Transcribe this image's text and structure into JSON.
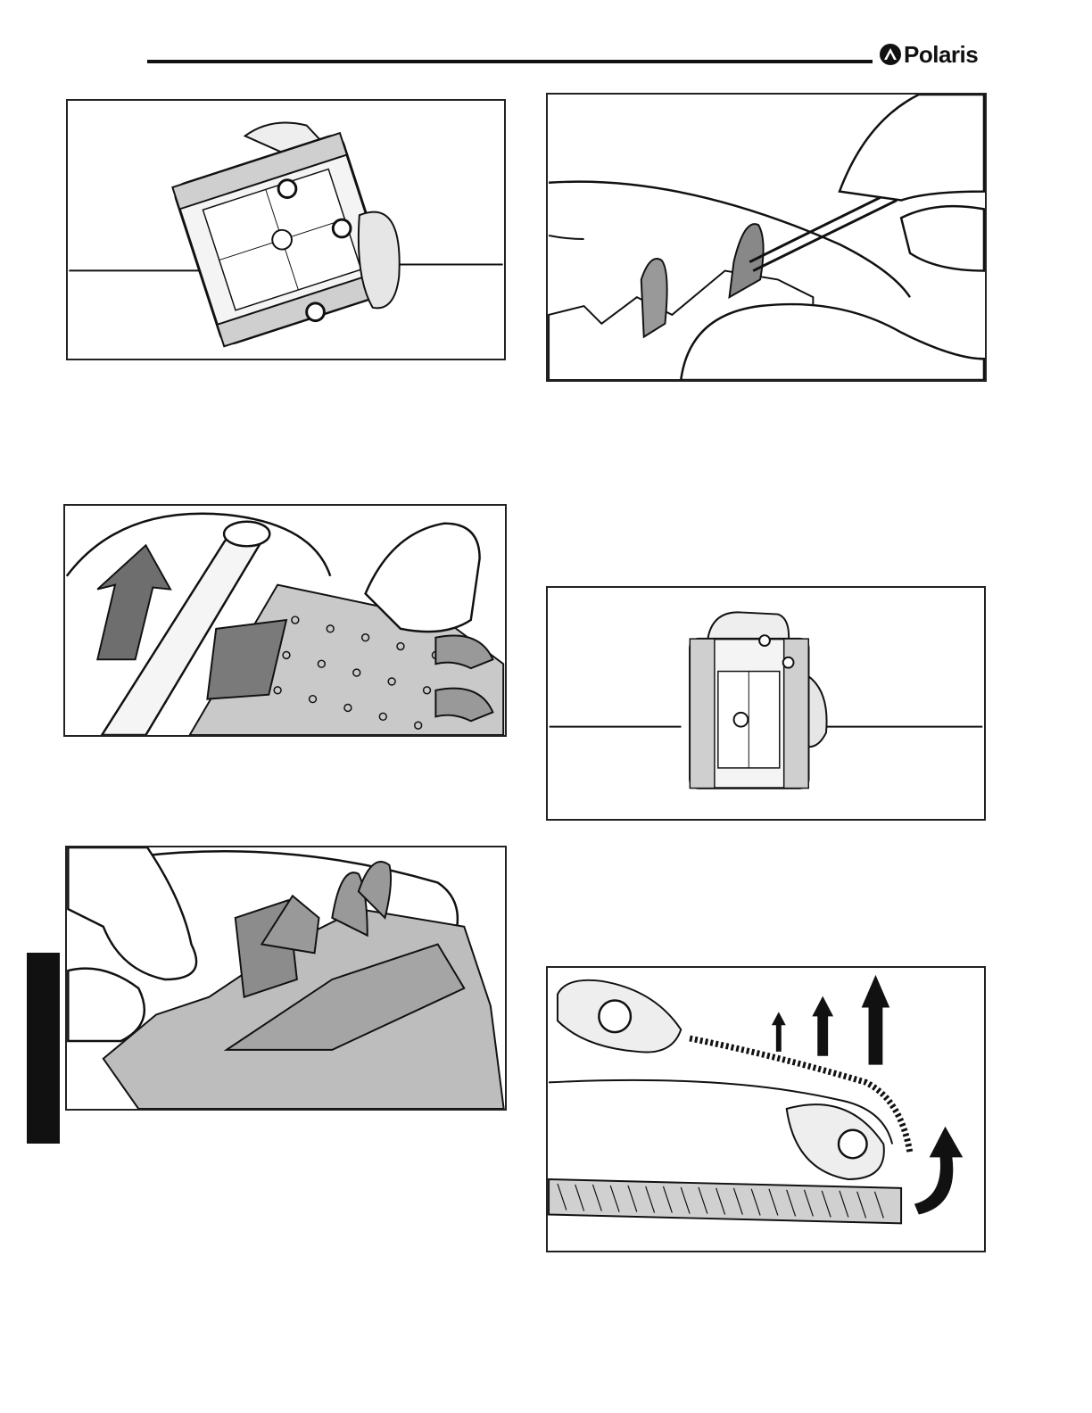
{
  "header": {
    "brand": "Polaris"
  },
  "figures": [
    {
      "id": "fig1",
      "icon": "pool-cleaner-tilted-illustration"
    },
    {
      "id": "fig2",
      "icon": "scissors-cutting-tab-illustration"
    },
    {
      "id": "fig3",
      "icon": "roller-brush-arrow-illustration"
    },
    {
      "id": "fig4",
      "icon": "pool-cleaner-upright-illustration"
    },
    {
      "id": "fig5",
      "icon": "brush-tabs-pinching-illustration"
    },
    {
      "id": "fig6",
      "icon": "track-removal-arrows-illustration"
    }
  ],
  "colors": {
    "ink": "#111111",
    "highlight_gray": "#7a7a7a",
    "light_gray": "#c9c9c9"
  }
}
